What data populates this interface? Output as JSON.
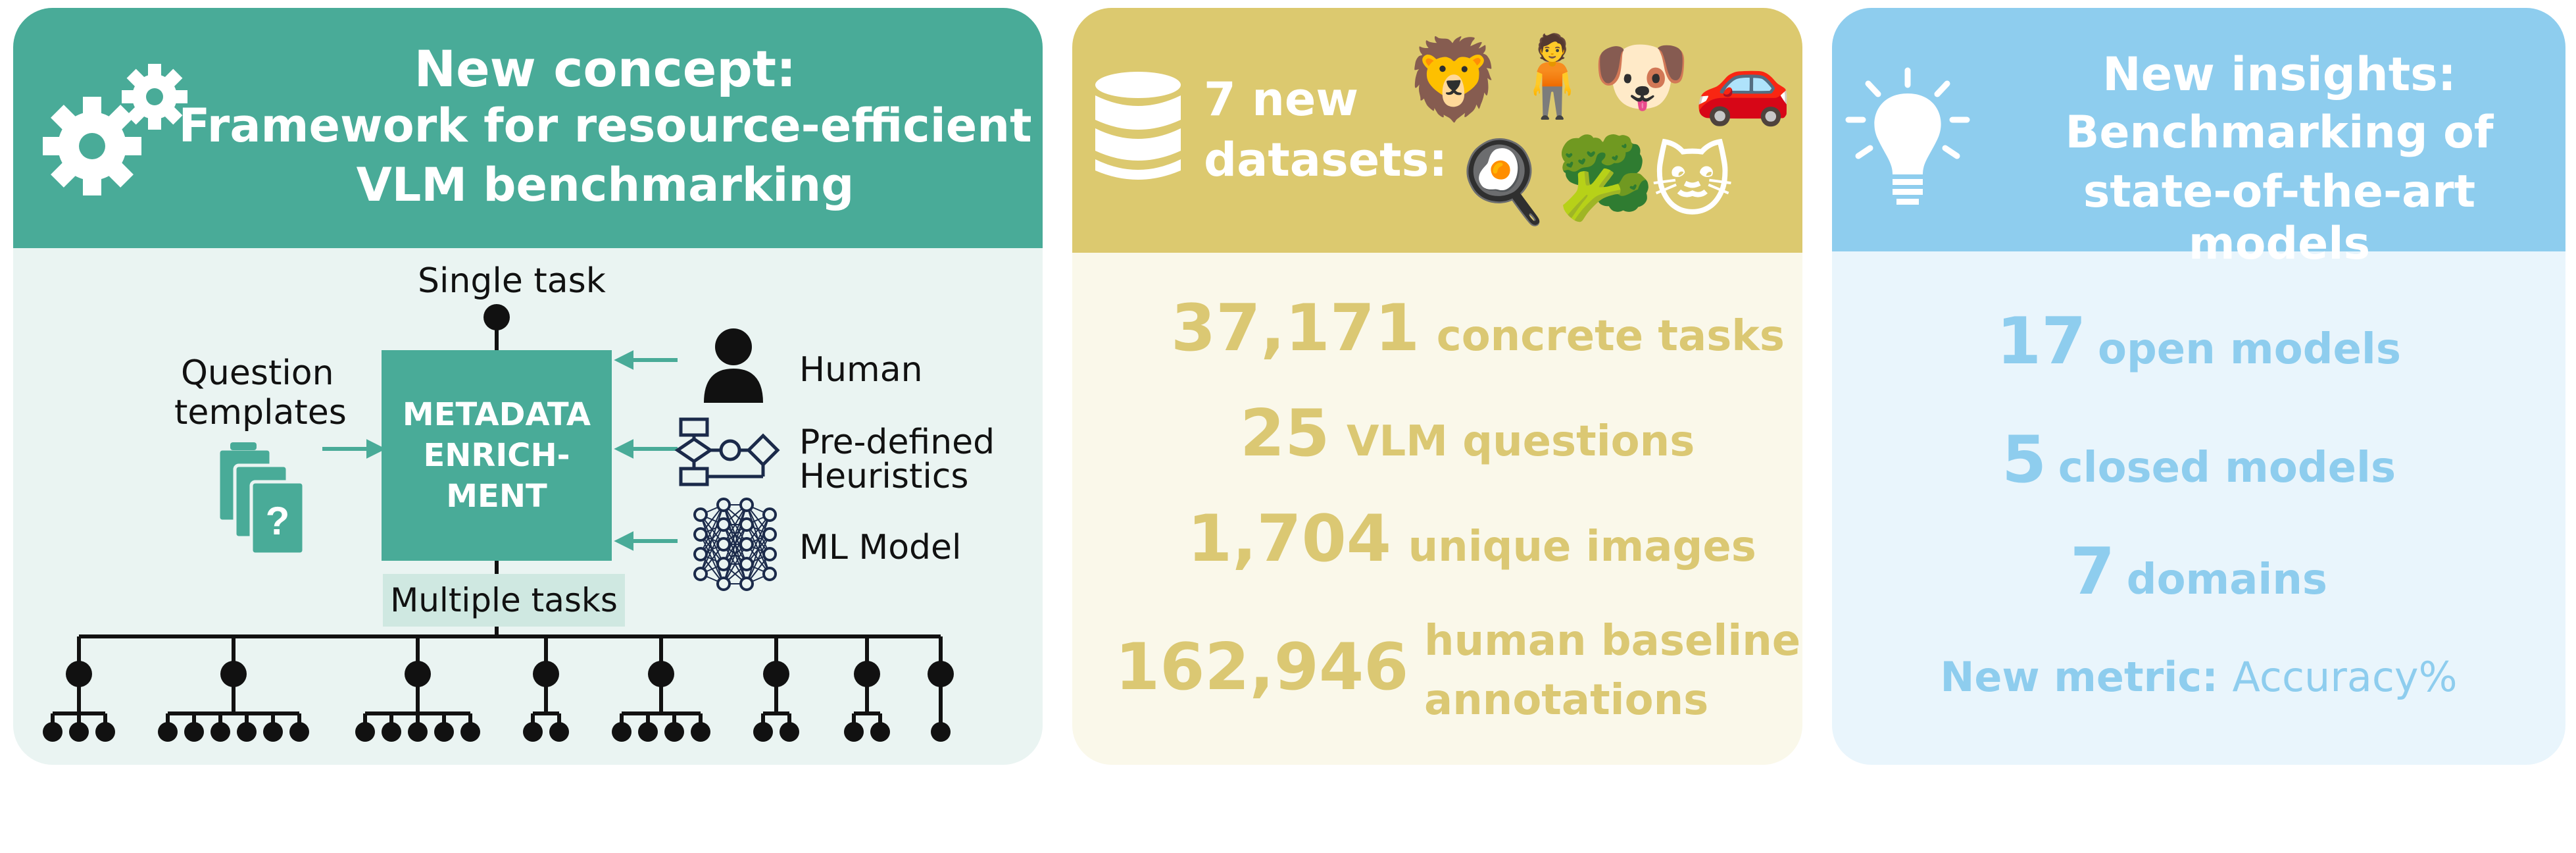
{
  "panel1": {
    "title_line1": "New concept:",
    "title_line2": "Framework for resource-efficient",
    "title_line3": "VLM benchmarking",
    "single_task": "Single task",
    "question_templates_1": "Question",
    "question_templates_2": "templates",
    "box_line1": "METADATA",
    "box_line2": "ENRICH-",
    "box_line3": "MENT",
    "human": "Human",
    "heuristics_1": "Pre-defined",
    "heuristics_2": "Heuristics",
    "ml_model": "ML Model",
    "multiple_tasks": "Multiple tasks",
    "tree_children": [
      3,
      6,
      5,
      2,
      4,
      2,
      2,
      1
    ]
  },
  "panel2": {
    "title_line1": "7 new",
    "title_line2": "datasets:",
    "emojis": [
      "🦁",
      "🧍",
      "🐶",
      "🚗",
      "🍳",
      "🥦",
      "🐱"
    ],
    "stats": [
      {
        "num": "37,171",
        "label": "concrete tasks"
      },
      {
        "num": "25",
        "label": "VLM questions"
      },
      {
        "num": "1,704",
        "label": "unique images"
      },
      {
        "num": "162,946",
        "label_1": "human baseline",
        "label_2": "annotations"
      }
    ]
  },
  "panel3": {
    "title_line1": "New insights:",
    "title_line2": "Benchmarking of",
    "title_line3": "state-of-the-art models",
    "stats": [
      {
        "num": "17",
        "label": "open models"
      },
      {
        "num": "5",
        "label": "closed models"
      },
      {
        "num": "7",
        "label": "domains"
      }
    ],
    "metric_label": "New metric:",
    "metric_value": "Accuracy%"
  },
  "colors": {
    "teal": "#49ab98",
    "gold": "#dcc96f",
    "blue": "#8ecdee"
  }
}
